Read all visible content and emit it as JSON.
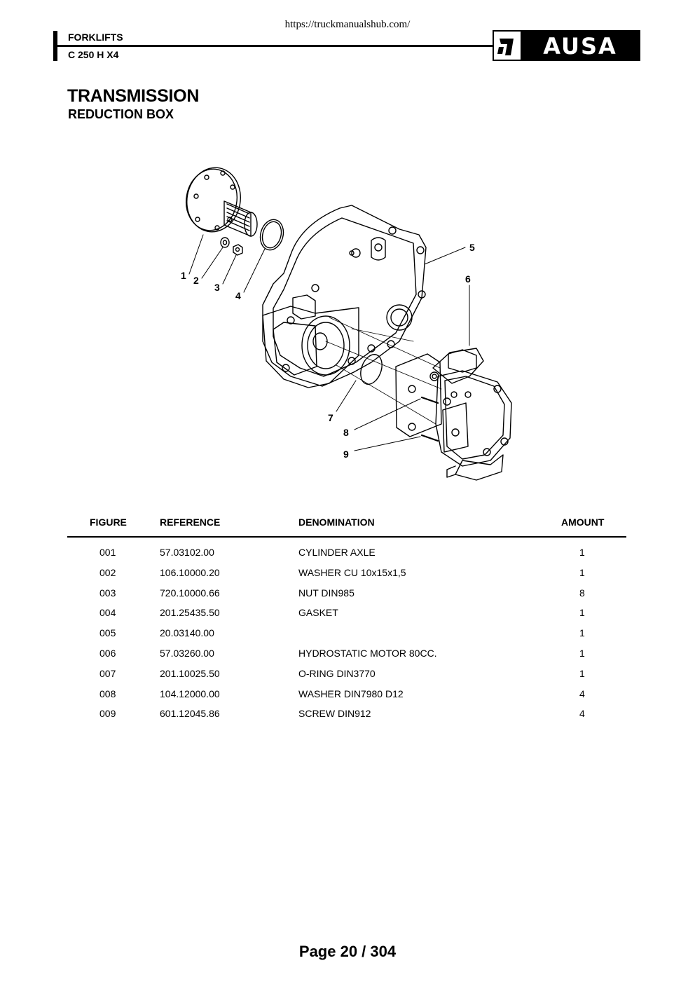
{
  "source_url": "https://truckmanualshub.com/",
  "header": {
    "category": "FORKLIFTS",
    "model": "C 250 H X4",
    "logo_text": "AUSA"
  },
  "page_title": "TRANSMISSION",
  "page_subtitle": "REDUCTION BOX",
  "diagram_callouts": [
    "1",
    "2",
    "3",
    "4",
    "5",
    "6",
    "7",
    "8",
    "9"
  ],
  "table": {
    "headers": {
      "figure": "FIGURE",
      "reference": "REFERENCE",
      "denomination": "DENOMINATION",
      "amount": "AMOUNT"
    },
    "rows": [
      {
        "figure": "001",
        "reference": "57.03102.00",
        "denomination": "CYLINDER AXLE",
        "amount": "1"
      },
      {
        "figure": "002",
        "reference": "106.10000.20",
        "denomination": "WASHER CU 10x15x1,5",
        "amount": "1"
      },
      {
        "figure": "003",
        "reference": "720.10000.66",
        "denomination": "NUT DIN985",
        "amount": "8"
      },
      {
        "figure": "004",
        "reference": "201.25435.50",
        "denomination": "GASKET",
        "amount": "1"
      },
      {
        "figure": "005",
        "reference": "20.03140.00",
        "denomination": "",
        "amount": "1"
      },
      {
        "figure": "006",
        "reference": "57.03260.00",
        "denomination": "HYDROSTATIC MOTOR 80CC.",
        "amount": "1"
      },
      {
        "figure": "007",
        "reference": "201.10025.50",
        "denomination": "O-RING DIN3770",
        "amount": "1"
      },
      {
        "figure": "008",
        "reference": "104.12000.00",
        "denomination": "WASHER DIN7980 D12",
        "amount": "4"
      },
      {
        "figure": "009",
        "reference": "601.12045.86",
        "denomination": "SCREW DIN912",
        "amount": "4"
      }
    ]
  },
  "footer": {
    "page_label": "Page 20 / 304"
  }
}
